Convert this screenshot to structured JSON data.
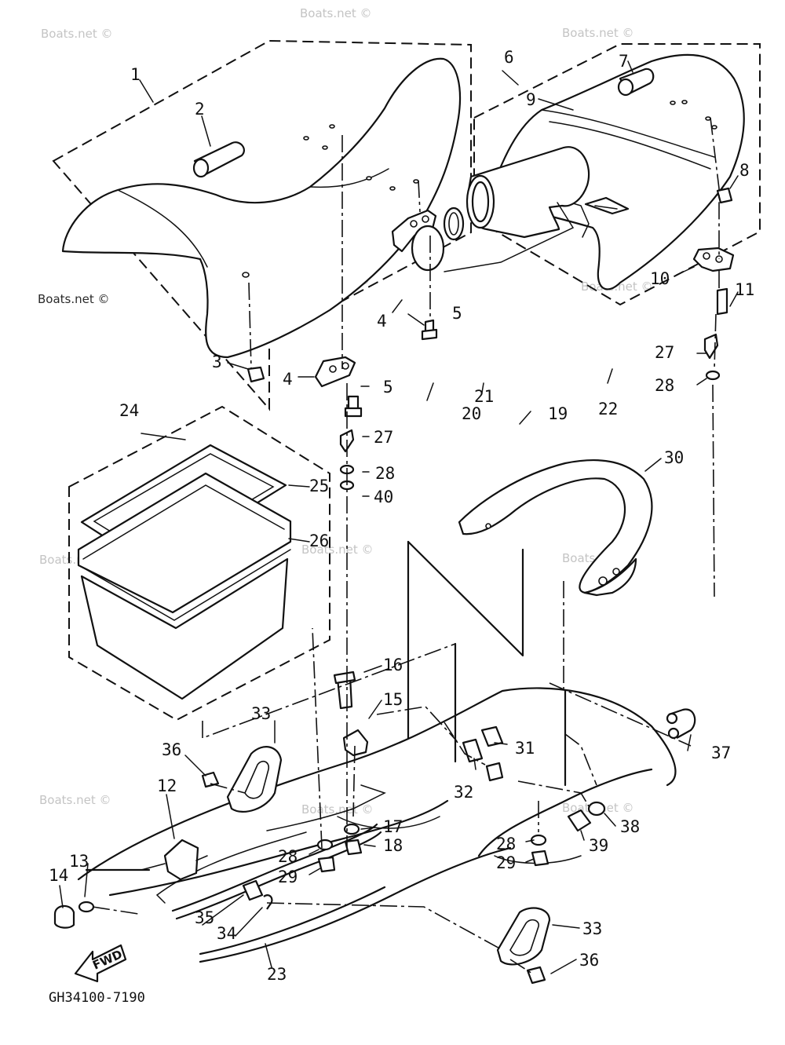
{
  "watermark": "Boats.net ©",
  "drawing_code": "GH34100-7190",
  "direction_label": "FWD",
  "callouts": [
    {
      "id": "p1",
      "text": "1"
    },
    {
      "id": "p2",
      "text": "2"
    },
    {
      "id": "p3",
      "text": "3"
    },
    {
      "id": "p4a",
      "text": "4"
    },
    {
      "id": "p4b",
      "text": "4"
    },
    {
      "id": "p5a",
      "text": "5"
    },
    {
      "id": "p5b",
      "text": "5"
    },
    {
      "id": "p6",
      "text": "6"
    },
    {
      "id": "p7",
      "text": "7"
    },
    {
      "id": "p8",
      "text": "8"
    },
    {
      "id": "p9",
      "text": "9"
    },
    {
      "id": "p10",
      "text": "10"
    },
    {
      "id": "p11",
      "text": "11"
    },
    {
      "id": "p12",
      "text": "12"
    },
    {
      "id": "p13",
      "text": "13"
    },
    {
      "id": "p14",
      "text": "14"
    },
    {
      "id": "p15",
      "text": "15"
    },
    {
      "id": "p16",
      "text": "16"
    },
    {
      "id": "p17",
      "text": "17"
    },
    {
      "id": "p18",
      "text": "18"
    },
    {
      "id": "p19",
      "text": "19"
    },
    {
      "id": "p20",
      "text": "20"
    },
    {
      "id": "p21",
      "text": "21"
    },
    {
      "id": "p22",
      "text": "22"
    },
    {
      "id": "p23",
      "text": "23"
    },
    {
      "id": "p24",
      "text": "24"
    },
    {
      "id": "p25",
      "text": "25"
    },
    {
      "id": "p26",
      "text": "26"
    },
    {
      "id": "p27a",
      "text": "27"
    },
    {
      "id": "p27b",
      "text": "27"
    },
    {
      "id": "p28a",
      "text": "28"
    },
    {
      "id": "p28b",
      "text": "28"
    },
    {
      "id": "p28c",
      "text": "28"
    },
    {
      "id": "p28d",
      "text": "28"
    },
    {
      "id": "p29a",
      "text": "29"
    },
    {
      "id": "p29b",
      "text": "29"
    },
    {
      "id": "p30",
      "text": "30"
    },
    {
      "id": "p31",
      "text": "31"
    },
    {
      "id": "p32",
      "text": "32"
    },
    {
      "id": "p33a",
      "text": "33"
    },
    {
      "id": "p33b",
      "text": "33"
    },
    {
      "id": "p34",
      "text": "34"
    },
    {
      "id": "p35",
      "text": "35"
    },
    {
      "id": "p36a",
      "text": "36"
    },
    {
      "id": "p36b",
      "text": "36"
    },
    {
      "id": "p37",
      "text": "37"
    },
    {
      "id": "p38",
      "text": "38"
    },
    {
      "id": "p39",
      "text": "39"
    },
    {
      "id": "p40",
      "text": "40"
    }
  ]
}
